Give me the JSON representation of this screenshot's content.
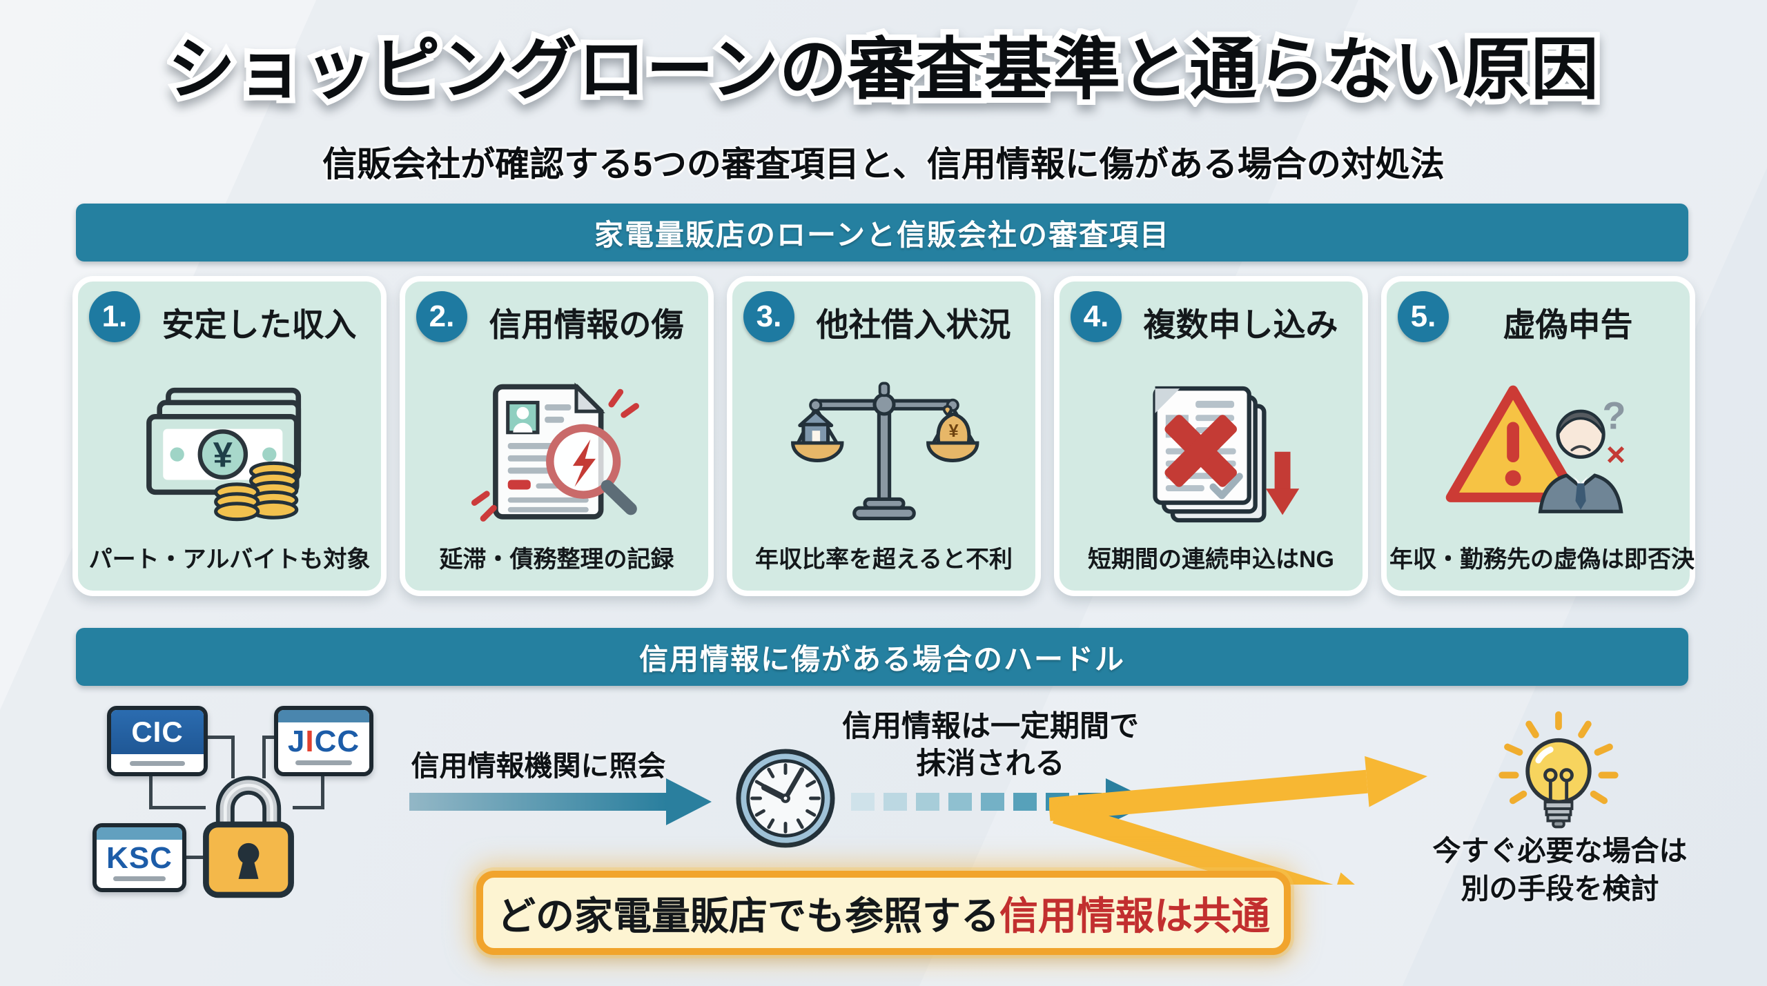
{
  "header": {
    "title": "ショッピングローンの審査基準と通らない原因",
    "subtitle": "信販会社が確認する5つの審査項目と、信用情報に傷がある場合の対処法"
  },
  "section1": {
    "bar": "家電量販店のローンと信販会社の審査項目",
    "cards": [
      {
        "number": "1.",
        "title": "安定した収入",
        "caption": "パート・アルバイトも対象",
        "icon": "banknote-coins-icon"
      },
      {
        "number": "2.",
        "title": "信用情報の傷",
        "caption": "延滞・債務整理の記録",
        "icon": "credit-report-magnifier-icon"
      },
      {
        "number": "3.",
        "title": "他社借入状況",
        "caption": "年収比率を超えると不利",
        "icon": "balance-scale-icon"
      },
      {
        "number": "4.",
        "title": "複数申し込み",
        "caption": "短期間の連続申込はNG",
        "icon": "rejected-applications-icon"
      },
      {
        "number": "5.",
        "title": "虚偽申告",
        "caption": "年収・勤務先の虚偽は即否決",
        "icon": "warning-false-declaration-icon"
      }
    ]
  },
  "section2": {
    "bar": "信用情報に傷がある場合のハードル",
    "bureaus": {
      "cic": "CIC",
      "jicc_j": "J",
      "jicc_i": "I",
      "jicc_cc": "CC",
      "ksc": "KSC"
    },
    "flow": {
      "query_label": "信用情報機関に照会",
      "erase_line1": "信用情報は一定期間で",
      "erase_line2": "抹消される",
      "tip_line1": "今すぐ必要な場合は",
      "tip_line2": "別の手段を検討"
    },
    "banner": {
      "black": "どの家電量販店でも参照する",
      "red": "信用情報は共通"
    }
  },
  "colors": {
    "section_bar_teal": "#2580a0",
    "card_mint": "#d3eae3",
    "badge_teal": "#1e7aa1",
    "arrow_teal": "#2a7f9e",
    "accent_yellow": "#f7b733",
    "warning_red": "#c43b35",
    "banner_border_orange": "#f1a42c",
    "banner_bg_cream": "#fdf4d2",
    "banner_red_text": "#c22f2f",
    "cic_blue": "#2565a8",
    "jicc_blue": "#1c5ca8",
    "jicc_red_i": "#e2402f"
  }
}
